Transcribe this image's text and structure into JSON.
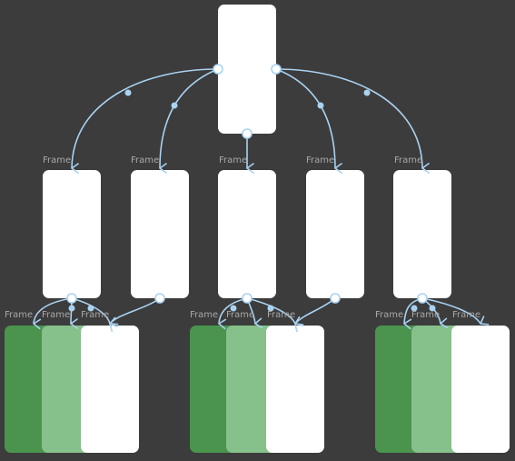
{
  "colors": {
    "background": "#3c3c3c",
    "frame_fill": "#ffffff",
    "green_dark": "#4a944d",
    "green_light": "#86c08a",
    "connector": "#a9d2f1",
    "port_fill": "#ffffff",
    "label": "#a8a8a8"
  },
  "frame_label": "Frame",
  "nodes": {
    "root": {
      "id": "root",
      "label": ""
    },
    "level1": [
      {
        "id": "f1",
        "label": "Frame"
      },
      {
        "id": "f2",
        "label": "Frame"
      },
      {
        "id": "f3",
        "label": "Frame"
      },
      {
        "id": "f4",
        "label": "Frame"
      },
      {
        "id": "f5",
        "label": "Frame"
      }
    ],
    "groups": [
      {
        "parent": "f1",
        "children": [
          {
            "id": "g1a",
            "label": "Frame",
            "style": "green-dark"
          },
          {
            "id": "g1b",
            "label": "Frame",
            "style": "green-light"
          },
          {
            "id": "g1c",
            "label": "Frame",
            "style": "white"
          }
        ]
      },
      {
        "parent": "f3",
        "children": [
          {
            "id": "g2a",
            "label": "Frame",
            "style": "green-dark"
          },
          {
            "id": "g2b",
            "label": "Frame",
            "style": "green-light"
          },
          {
            "id": "g2c",
            "label": "Frame",
            "style": "white"
          }
        ]
      },
      {
        "parent": "f5",
        "children": [
          {
            "id": "g3a",
            "label": "Frame",
            "style": "green-dark"
          },
          {
            "id": "g3b",
            "label": "Frame",
            "style": "green-light"
          },
          {
            "id": "g3c",
            "label": "Frame",
            "style": "white"
          }
        ]
      }
    ]
  },
  "edges": [
    {
      "from": "root",
      "to": "f1"
    },
    {
      "from": "root",
      "to": "f2"
    },
    {
      "from": "root",
      "to": "f3"
    },
    {
      "from": "root",
      "to": "f4"
    },
    {
      "from": "root",
      "to": "f5"
    },
    {
      "from": "f1",
      "to": "g1a"
    },
    {
      "from": "f1",
      "to": "g1b"
    },
    {
      "from": "f1",
      "to": "g1c"
    },
    {
      "from": "f2",
      "to": "g1c"
    },
    {
      "from": "f3",
      "to": "g2a"
    },
    {
      "from": "f3",
      "to": "g2b"
    },
    {
      "from": "f3",
      "to": "g2c"
    },
    {
      "from": "f4",
      "to": "g2c"
    },
    {
      "from": "f5",
      "to": "g3a"
    },
    {
      "from": "f5",
      "to": "g3b"
    },
    {
      "from": "f5",
      "to": "g3c"
    }
  ]
}
